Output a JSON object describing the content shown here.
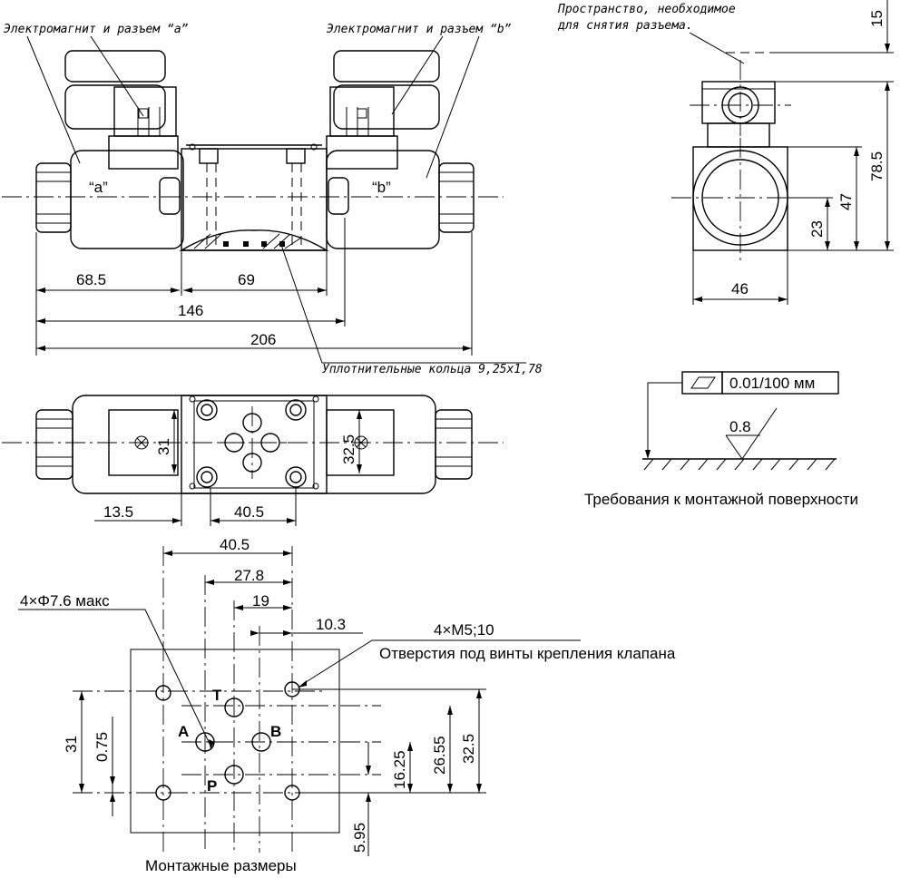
{
  "labels": {
    "solenoid_a": "Электромагнит и разъем “a”",
    "solenoid_b": "Электромагнит и разъем “b”",
    "space_note_1": "Пространство, необходимое",
    "space_note_2": "для снятия разъема.",
    "tag_a": "“a”",
    "tag_b": "“b”",
    "seal_rings": "Уплотнительные кольца 9,25х1,78",
    "flatness": "0.01/100 мм",
    "roughness": "0.8",
    "surface_req": "Требования к монтажной поверхности",
    "holes_max": "4×Φ7.6 макс",
    "screws": "4×M5;10",
    "screw_holes": "Отверстия под винты крепления клапана",
    "mount_title": "Монтажные размеры",
    "port_T": "T",
    "port_A": "A",
    "port_B": "B",
    "port_P": "P"
  },
  "dims": {
    "d68_5": "68.5",
    "d69": "69",
    "d146": "146",
    "d206": "206",
    "d15": "15",
    "d78_5": "78.5",
    "d47": "47",
    "d23": "23",
    "d46": "46",
    "d31_top": "31",
    "d32_5_top": "32.5",
    "d13_5": "13.5",
    "d40_5_mid": "40.5",
    "d40_5": "40.5",
    "d27_8": "27.8",
    "d19": "19",
    "d10_3": "10.3",
    "d31": "31",
    "d0_75": "0.75",
    "d16_25": "16.25",
    "d26_55": "26.55",
    "d32_5": "32.5",
    "d5_95": "5.95"
  }
}
